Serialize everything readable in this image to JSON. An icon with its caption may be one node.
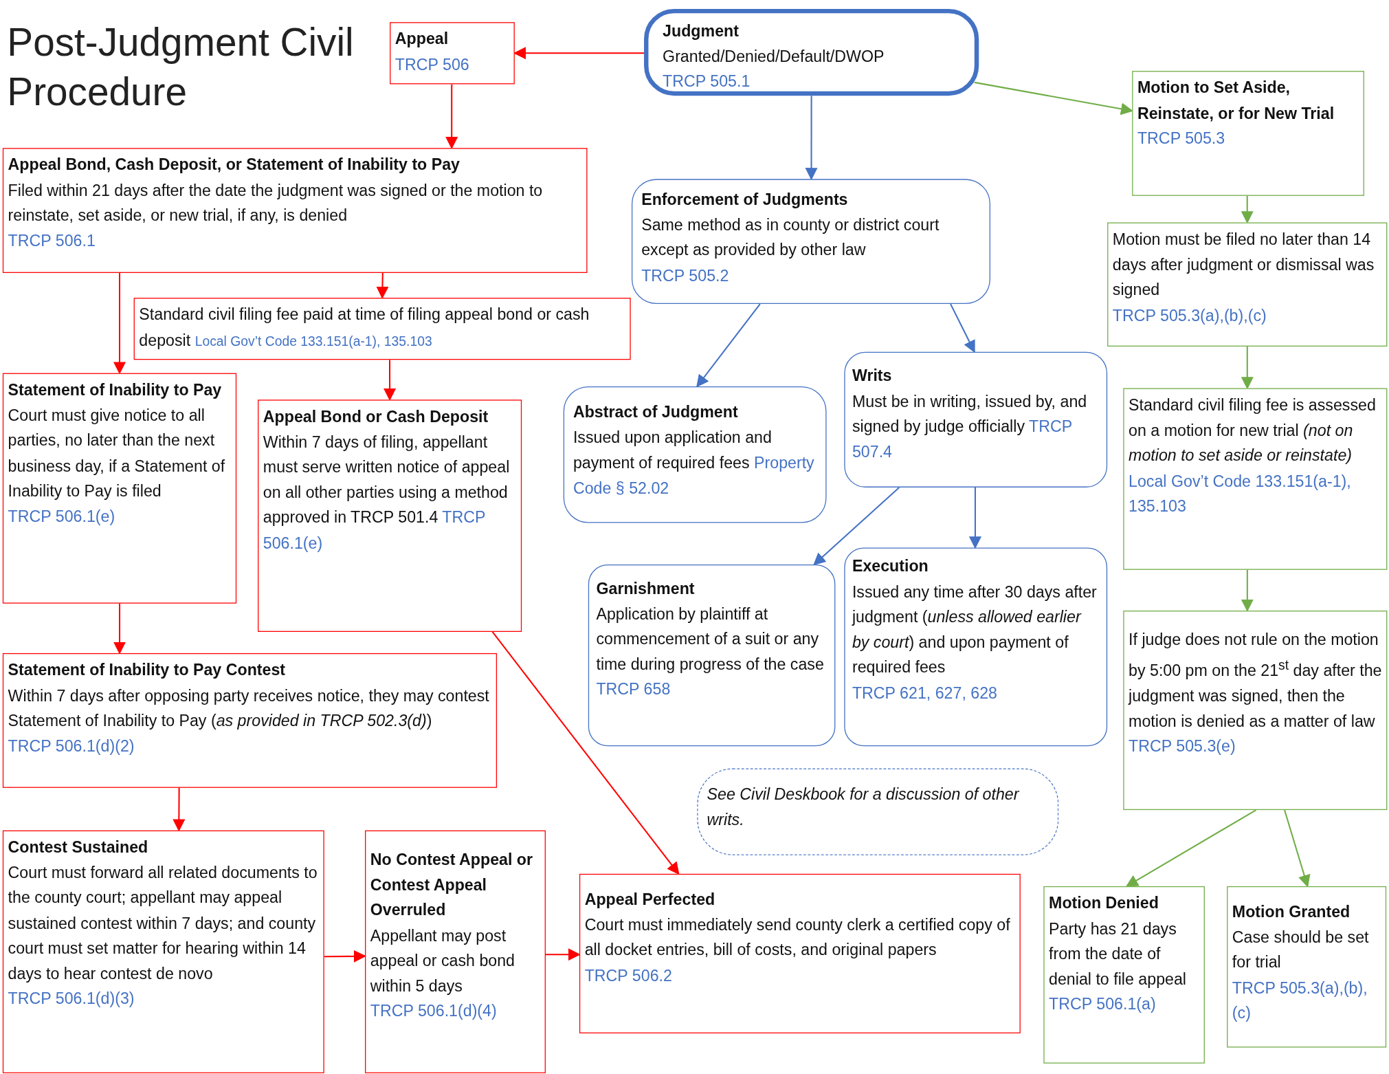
{
  "diagram": {
    "title": "Post-Judgment Civil Procedure",
    "nodes": [
      {
        "text": [
          "Judgment",
          "Granted/Denied/Default/DWOP",
          "TRCP 505.1"
        ]
      },
      {
        "text": [
          "Appeal",
          "TRCP 506"
        ]
      },
      {
        "text": [
          "Motion to Set Aside, Reinstate, or for New Trial",
          "TRCP 505.3"
        ]
      },
      {
        "text": [
          "Appeal Bond, Cash Deposit, or Statement of Inability to Pay",
          "Filed within 21 days after the date the judgment was signed or the motion to reinstate, set aside, or new trial, if any, is denied",
          "TRCP 506.1"
        ]
      },
      {
        "text": [
          "Enforcement of Judgments",
          "Same method as in county or district court except as provided by other law",
          "TRCP 505.2"
        ]
      },
      {
        "text": [
          "Motion must be filed no later than 14 days after judgment or dismissal was signed",
          "TRCP 505.3(a),(b),(c)"
        ]
      },
      {
        "text": [
          "Standard civil filing fee paid at time of filing appeal bond or cash deposit",
          "Local Gov’t Code 133.151(a-1), 135.103"
        ]
      },
      {
        "text": [
          "Statement of Inability to Pay",
          "Court must give notice to all parties, no later than the next business day, if a Statement of Inability to Pay is filed",
          "TRCP 506.1(e)"
        ]
      },
      {
        "text": [
          "Appeal Bond or Cash Deposit",
          "Within 7 days of filing, appellant must serve written notice of appeal on all other parties using a method approved in TRCP 501.4",
          "TRCP 506.1(e)"
        ]
      },
      {
        "text": [
          "Abstract of Judgment",
          "Issued upon application and payment of required fees",
          "Property Code § 52.02"
        ]
      },
      {
        "text": [
          "Writs",
          "Must be in writing, issued by, and signed by judge officially",
          "TRCP 507.4"
        ]
      },
      {
        "text": [
          "Standard civil filing fee is assessed on a motion for new trial *(not on motion to set aside or reinstate)*",
          "Local Gov’t Code 133.151(a-1), 135.103"
        ]
      },
      {
        "text": [
          "Garnishment",
          "Application by plaintiff at commencement of a suit or any time during progress of the case",
          "TRCP 658"
        ]
      },
      {
        "text": [
          "Execution",
          "Issued any time after 30 days after judgment (*unless allowed earlier by court*) and upon payment of required fees",
          "TRCP 621, 627, 628"
        ]
      },
      {
        "text": [
          "If judge does not rule on the motion by 5:00 pm on the 21$^{st}$ day after the judgment was signed, then the motion is denied as a matter of law",
          "TRCP 505.3(e)"
        ]
      },
      {
        "text": [
          "Statement of Inability to Pay Contest",
          "Within 7 days after opposing party receives notice, they may contest Statement of Inability to Pay (*as provided in TRCP 502.3(d)*)",
          "TRCP 506.1(d)(2)"
        ]
      },
      {
        "text": [
          "See Civil Deskbook for a discussion of other writs."
        ]
      },
      {
        "text": [
          "Contest Sustained",
          "Court must forward all related documents to the county court; appellant may appeal sustained contest within 7 days; and county court must set matter for hearing within 14 days to hear contest de novo",
          "TRCP 506.1(d)(3)"
        ]
      },
      {
        "text": [
          "No Contest Appeal or Contest Appeal Overruled",
          "Appellant may post appeal or cash bond within 5 days",
          "TRCP 506.1(d)(4)"
        ]
      },
      {
        "text": [
          "Appeal Perfected",
          "Court must immediately send county clerk a certified copy of all docket entries, bill of costs, and original papers",
          "TRCP 506.2"
        ]
      },
      {
        "text": [
          "Motion Denied",
          "Party has 21 days from the date of denial to file appeal",
          "TRCP 506.1(a)"
        ]
      },
      {
        "text": [
          "Motion Granted",
          "Case should be set for trial",
          "TRCP 505.3(a),(b),(c)"
        ]
      }
    ],
    "edges": [
      {
        "from": 0,
        "to": 1,
        "arrow": "to"
      },
      {
        "from": 1,
        "to": 3,
        "arrow": "to"
      },
      {
        "from": 3,
        "to": 6,
        "arrow": "to"
      },
      {
        "from": 3,
        "to": 7,
        "arrow": "to"
      },
      {
        "from": 6,
        "to": 8,
        "arrow": "to"
      },
      {
        "from": 7,
        "to": 15,
        "arrow": "to"
      },
      {
        "from": 15,
        "to": 17,
        "arrow": "to"
      },
      {
        "from": 17,
        "to": 18,
        "arrow": "to"
      },
      {
        "from": 18,
        "to": 19,
        "arrow": "to"
      },
      {
        "from": 8,
        "to": 19,
        "arrow": "to"
      },
      {
        "from": 0,
        "to": 4,
        "arrow": "to",
        "color": "#4472c4"
      },
      {
        "from": 0,
        "to": 2,
        "arrow": "to",
        "color": "#70ad47"
      },
      {
        "from": 4,
        "to": 9,
        "arrow": "to",
        "color": "#4472c4"
      },
      {
        "from": 4,
        "to": 10,
        "arrow": "to",
        "color": "#4472c4"
      },
      {
        "from": 10,
        "to": 12,
        "arrow": "to",
        "color": "#4472c4"
      },
      {
        "from": 10,
        "to": 13,
        "arrow": "to",
        "color": "#4472c4"
      },
      {
        "from": 2,
        "to": 5,
        "arrow": "to",
        "color": "#70ad47"
      },
      {
        "from": 5,
        "to": 11,
        "arrow": "to",
        "color": "#70ad47"
      },
      {
        "from": 11,
        "to": 14,
        "arrow": "to",
        "color": "#70ad47"
      },
      {
        "from": 14,
        "to": 20,
        "arrow": "to",
        "color": "#70ad47"
      },
      {
        "from": 14,
        "to": 21,
        "arrow": "to",
        "color": "#70ad47"
      }
    ]
  }
}
